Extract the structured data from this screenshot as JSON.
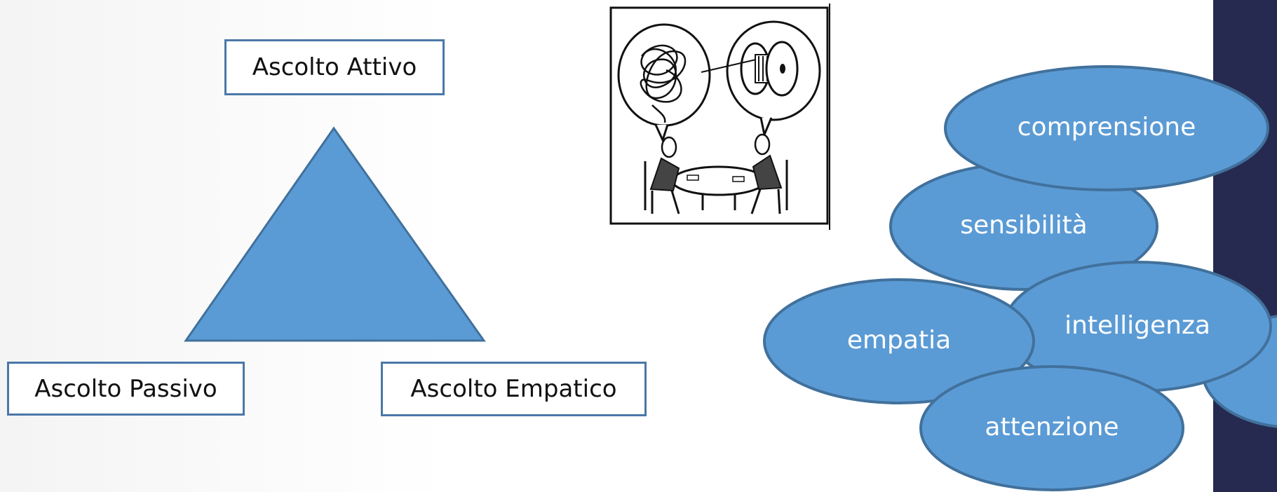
{
  "triangle_diagram": {
    "top_label": "Ascolto Attivo",
    "left_label": "Ascolto Passivo",
    "right_label": "Ascolto Empatico"
  },
  "ellipses": [
    "comprensione",
    "sensibilità",
    "intelligenza",
    "empatia",
    "attenzione"
  ],
  "colors": {
    "shape_fill": "#5b9bd5",
    "shape_stroke": "#41719c",
    "box_border": "#4a78a8",
    "side_bar": "#262a50"
  },
  "illustration": {
    "icon": "two-people-talking-icon"
  }
}
